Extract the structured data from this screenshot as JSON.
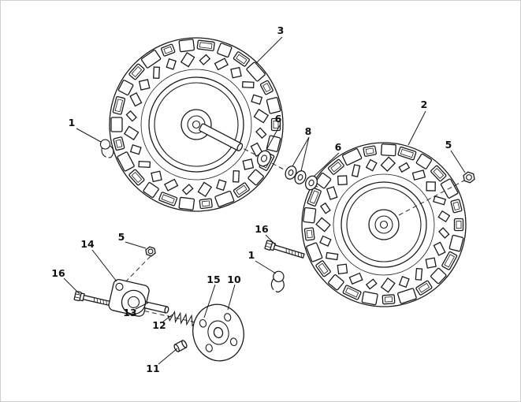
{
  "figure": {
    "background_color": "#ffffff",
    "line_color": "#1a1a1a"
  },
  "callouts": [
    {
      "ref": "tire-left",
      "label": "3"
    },
    {
      "ref": "clip-left",
      "label": "1"
    },
    {
      "ref": "washer-first",
      "label": "6"
    },
    {
      "ref": "washer-pair",
      "label": "8"
    },
    {
      "ref": "washer-second",
      "label": "6"
    },
    {
      "ref": "tire-right",
      "label": "2"
    },
    {
      "ref": "nut-right",
      "label": "5"
    },
    {
      "ref": "bolt-mid",
      "label": "16"
    },
    {
      "ref": "clip-mid",
      "label": "1"
    },
    {
      "ref": "bracket",
      "label": "14"
    },
    {
      "ref": "nut-lower",
      "label": "5"
    },
    {
      "ref": "bolt-lower",
      "label": "16"
    },
    {
      "ref": "shaft",
      "label": "13"
    },
    {
      "ref": "spring",
      "label": "12"
    },
    {
      "ref": "washer-small",
      "label": "15"
    },
    {
      "ref": "flange",
      "label": "10"
    },
    {
      "ref": "spacer",
      "label": "11"
    }
  ]
}
